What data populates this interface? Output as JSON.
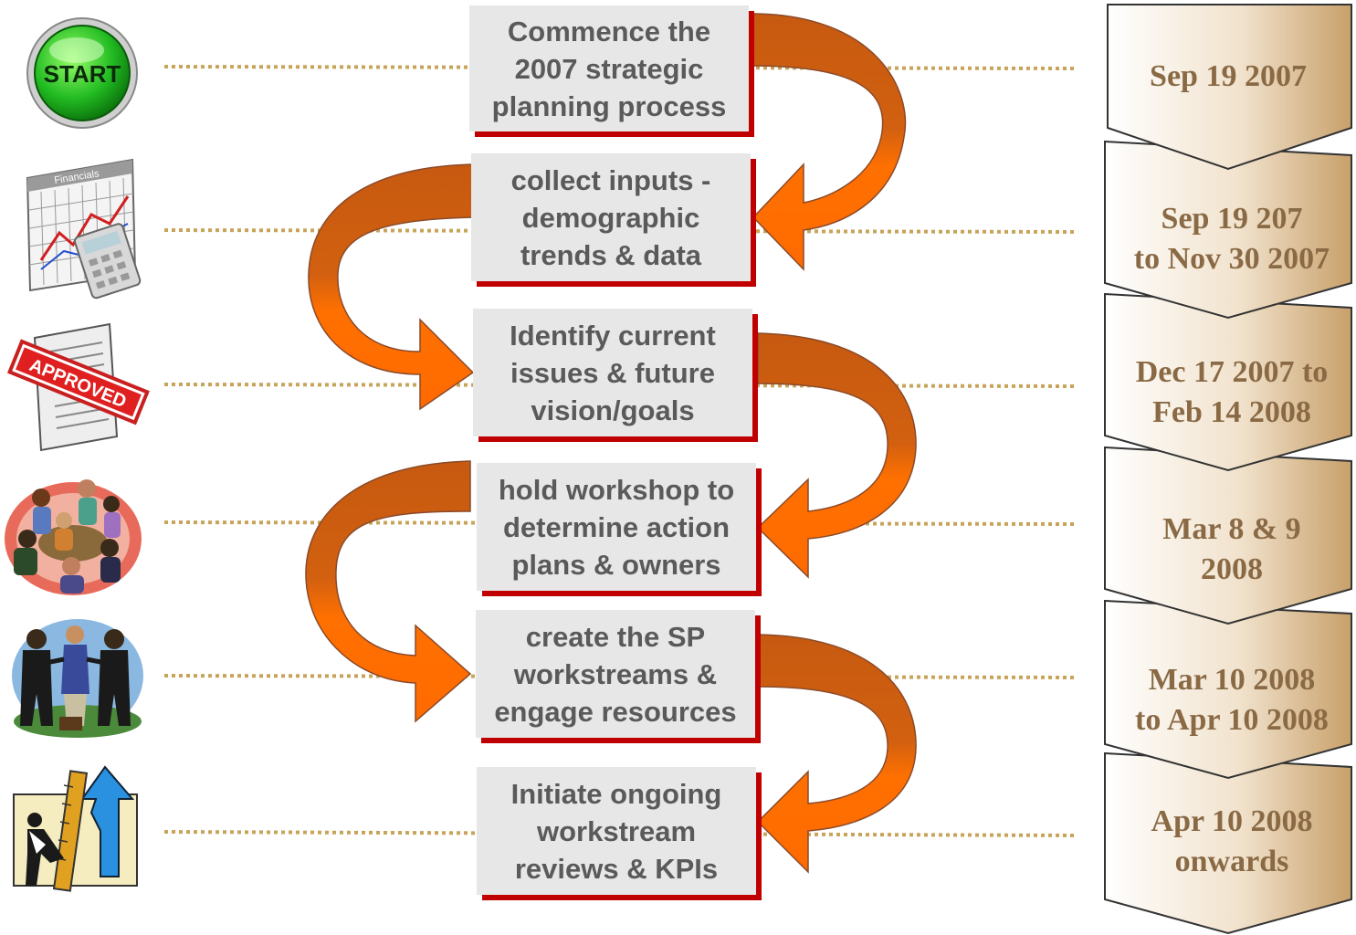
{
  "steps": [
    {
      "label": "Commence the\n2007 strategic\nplanning process",
      "date": "Sep 19 2007",
      "icon": "start-button-icon"
    },
    {
      "label": "collect inputs -\ndemographic\ntrends & data",
      "date": "Sep 19 207\nto Nov 30 2007",
      "icon": "financials-chart-icon"
    },
    {
      "label": "Identify current\nissues & future\nvision/goals",
      "date": "Dec 17 2007 to\nFeb 14 2008",
      "icon": "approved-document-icon"
    },
    {
      "label": "hold workshop to\ndetermine action\nplans & owners",
      "date": "Mar 8 & 9\n2008",
      "icon": "workshop-meeting-icon"
    },
    {
      "label": "create the SP\nworkstreams &\nengage resources",
      "date": "Mar 10 2008\nto Apr 10 2008",
      "icon": "team-handshake-icon"
    },
    {
      "label": "Initiate ongoing\nworkstream\nreviews & KPIs",
      "date": "Apr 10 2008\nonwards",
      "icon": "growth-arrow-icon"
    }
  ],
  "icons": {
    "start_label": "START",
    "financials_label": "Financials",
    "approved_label": "APPROVED"
  },
  "colors": {
    "arrow_dark": "#c65a10",
    "arrow_light": "#ff6a00",
    "box_bg": "#e7e7e7",
    "box_shadow": "#c00000",
    "box_text": "#5a5a5a",
    "dotted_line": "#c8a45a",
    "chevron_dark": "#c8a06a",
    "chevron_light": "#ffffff",
    "date_text": "#8a6a45"
  }
}
